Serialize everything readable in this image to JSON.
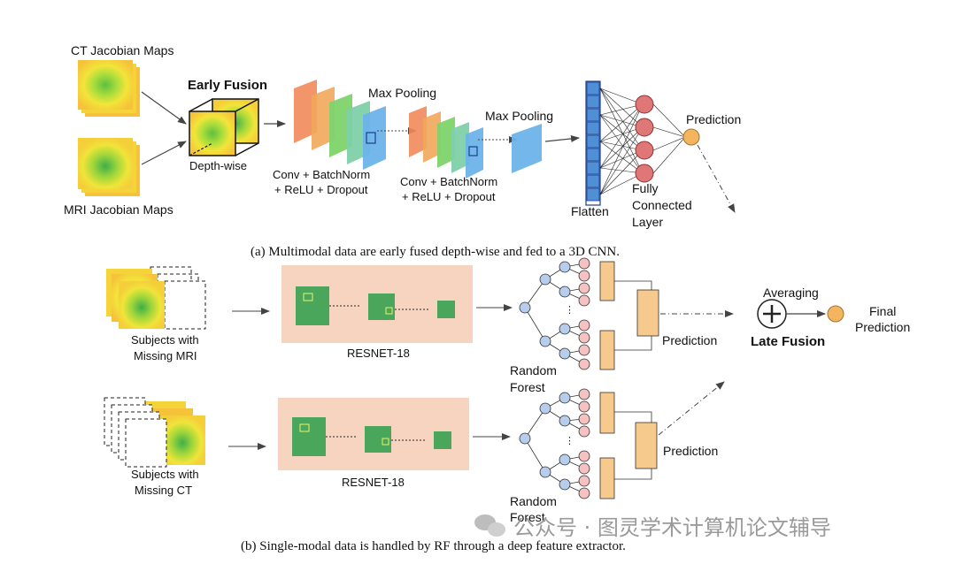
{
  "colors": {
    "conv_orange": "#f2895a",
    "conv_green": "#7fd36b",
    "conv_blue": "#6db3ea",
    "flatten_blue": "#4f8fd6",
    "neuron_red": "#e07777",
    "prediction_orange": "#f3b560",
    "panel_peach": "#f7d4bf",
    "resnet_green": "#4aa65a",
    "tree_node_blue": "#b7cdee",
    "tree_leaf_pink": "#f5c1c1",
    "vote_box": "#f6c98d"
  },
  "top": {
    "ct_label": "CT Jacobian Maps",
    "mri_label": "MRI Jacobian Maps",
    "early_fusion": "Early Fusion",
    "depth_wise": "Depth-wise",
    "max_pool_1": "Max Pooling",
    "max_pool_2": "Max Pooling",
    "conv1_line1": "Conv + BatchNorm",
    "conv1_line2": "+ ReLU + Dropout",
    "conv2_line1": "Conv + BatchNorm",
    "conv2_line2": "+ ReLU + Dropout",
    "flatten": "Flatten",
    "fc_line1": "Fully",
    "fc_line2": "Connected",
    "fc_line3": "Layer",
    "prediction": "Prediction",
    "caption": "(a) Multimodal data are early fused depth-wise and fed to a 3D CNN."
  },
  "bottom": {
    "missing_mri_line1": "Subjects with",
    "missing_mri_line2": "Missing MRI",
    "missing_ct_line1": "Subjects with",
    "missing_ct_line2": "Missing CT",
    "resnet_1": "RESNET-18",
    "resnet_2": "RESNET-18",
    "rf_1_line1": "Random",
    "rf_1_line2": "Forest",
    "rf_2_line1": "Random",
    "rf_2_line2": "Forest",
    "prediction_1": "Prediction",
    "prediction_2": "Prediction",
    "averaging": "Averaging",
    "late_fusion": "Late Fusion",
    "final_line1": "Final",
    "final_line2": "Prediction",
    "caption": "(b) Single-modal data is handled by RF through a deep feature extractor."
  },
  "watermark": "公众号 · 图灵学术计算机论文辅导"
}
